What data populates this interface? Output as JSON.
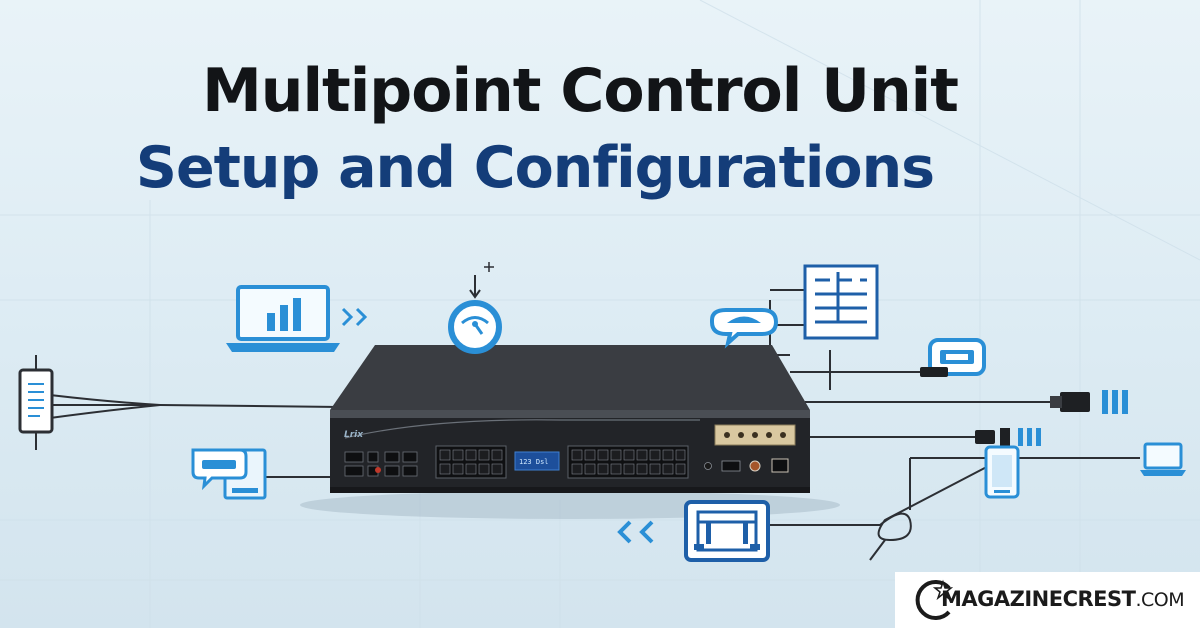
{
  "headline": {
    "line1": "Multipoint Control Unit",
    "line2": "Setup and Configurations"
  },
  "device": {
    "brand": "Lrix",
    "lcd_text": "123 Dsl"
  },
  "watermark": {
    "brand": "MAGAZINECREST",
    "tld": ".COM"
  },
  "colors": {
    "title_dark": "#121417",
    "title_blue": "#143d79",
    "icon_blue": "#2a8fd6",
    "device_body": "#2b2e33",
    "background": "#e3eff6"
  },
  "icons": [
    "laptop-chart-icon",
    "double-chevron-right-icon",
    "gauge-pin-icon",
    "remote-device-icon",
    "chat-monitor-icon",
    "document-panel-icon",
    "chat-bubble-icon",
    "camera-bubble-icon",
    "connector-plug-icon",
    "phone-icon",
    "laptop-icon",
    "double-chevron-left-icon",
    "network-panel-icon"
  ]
}
